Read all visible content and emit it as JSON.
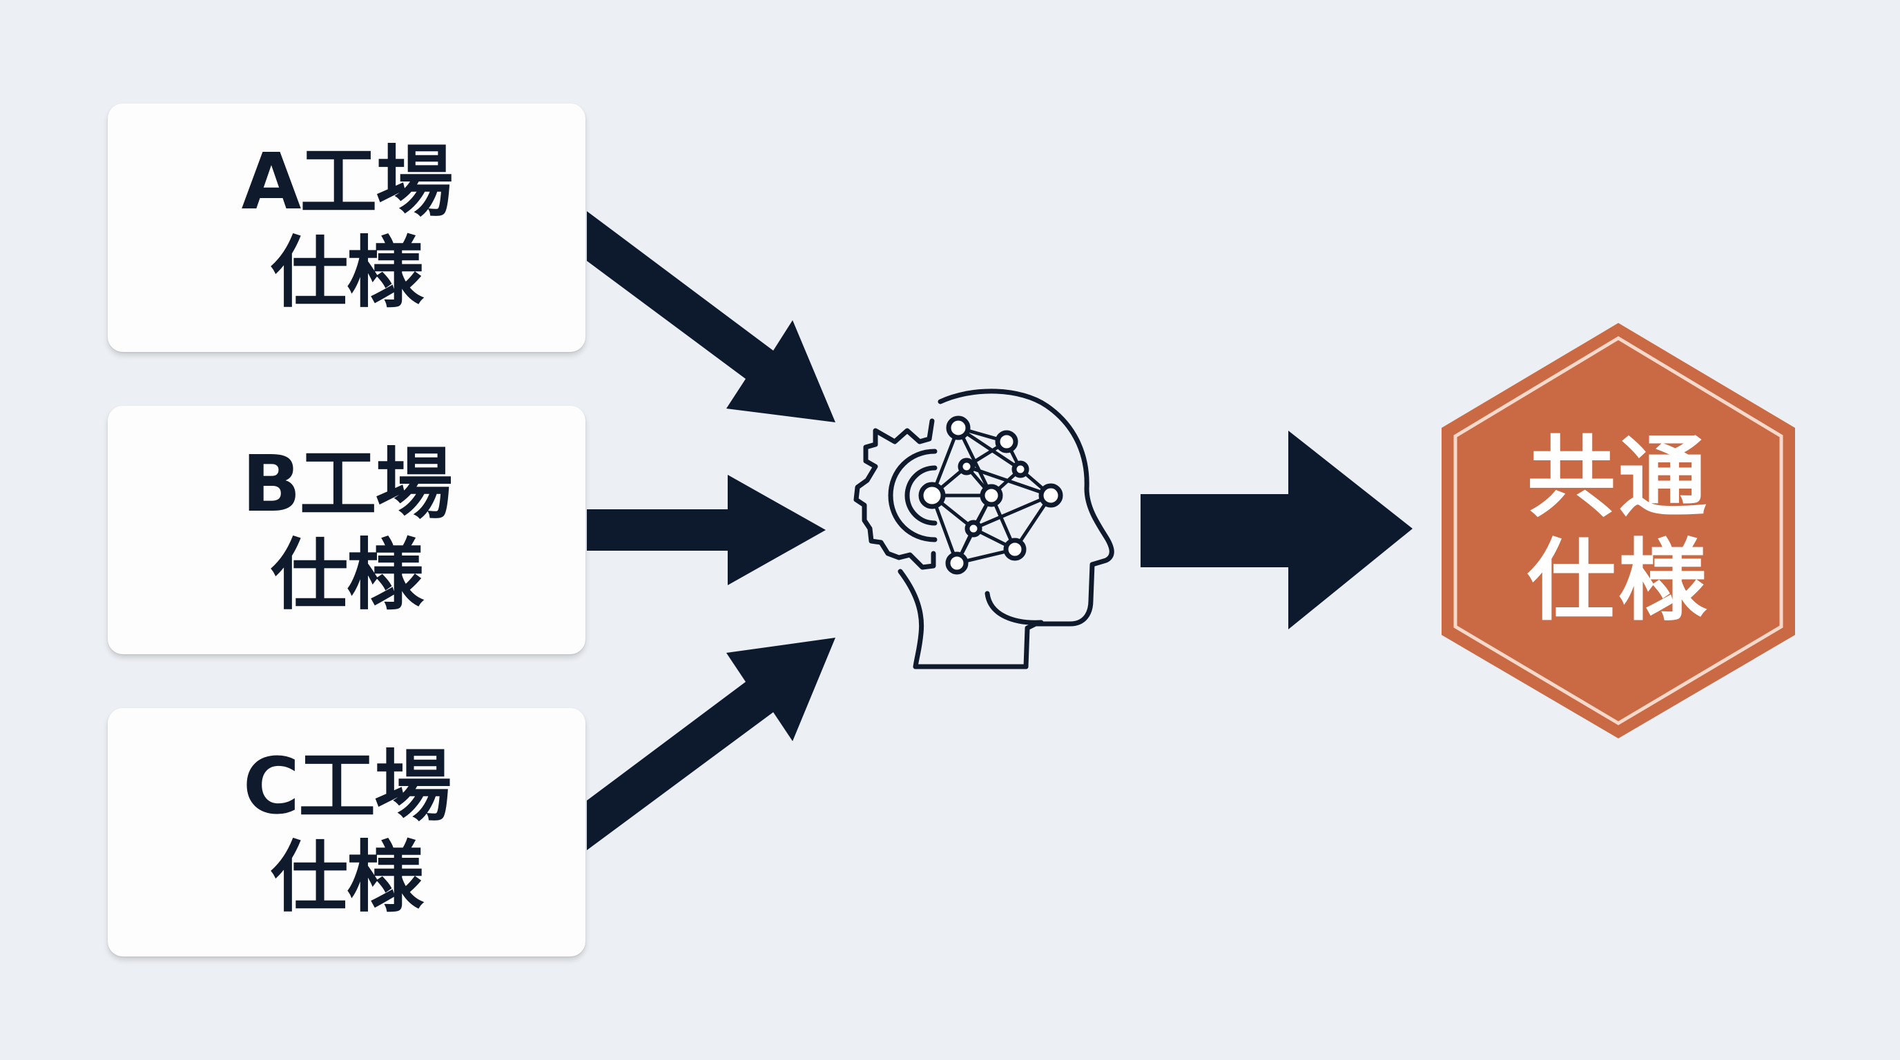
{
  "sources": [
    {
      "label_line1": "A工場",
      "label_line2": "仕様"
    },
    {
      "label_line1": "B工場",
      "label_line2": "仕様"
    },
    {
      "label_line1": "C工場",
      "label_line2": "仕様"
    }
  ],
  "processor": {
    "icon": "ai-brain-network-icon"
  },
  "result": {
    "label_line1": "共通",
    "label_line2": "仕様"
  },
  "colors": {
    "background": "#eceff3",
    "card": "#fdfdfd",
    "text": "#0f1b2d",
    "arrow": "#0d1a2e",
    "icon_stroke": "#0f1b2d",
    "accent": "#c96a44",
    "accent_text": "#ffffff"
  }
}
